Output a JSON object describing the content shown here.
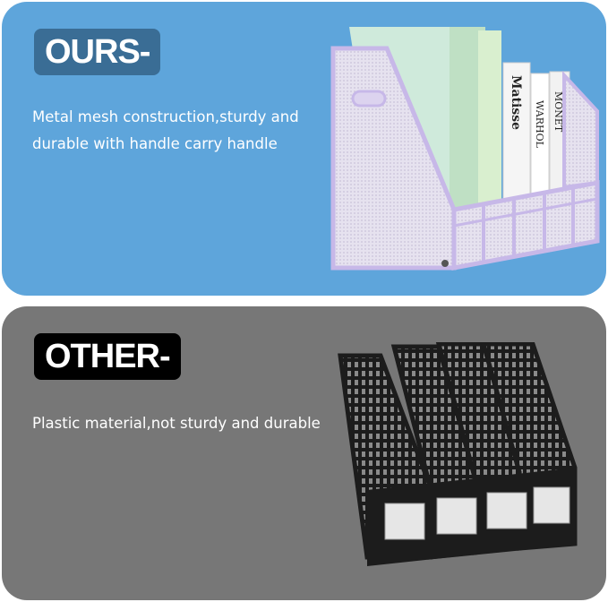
{
  "ours": {
    "badge": "OURS-",
    "description": "Metal mesh construction,sturdy and durable with handle carry handle",
    "colors": {
      "panel": "#5ea5db",
      "badge": "#3a6d95",
      "organizer": "#c7b8e8"
    },
    "product_image": "purple-mesh-file-organizer-with-books",
    "book_spines": [
      "Matisse",
      "WARHOL",
      "MONET"
    ]
  },
  "other": {
    "badge": "OTHER-",
    "description": "Plastic material,not sturdy and durable",
    "colors": {
      "panel": "#777777",
      "badge": "#000000",
      "organizer": "#1c1c1c"
    },
    "product_image": "black-plastic-file-organizer"
  }
}
